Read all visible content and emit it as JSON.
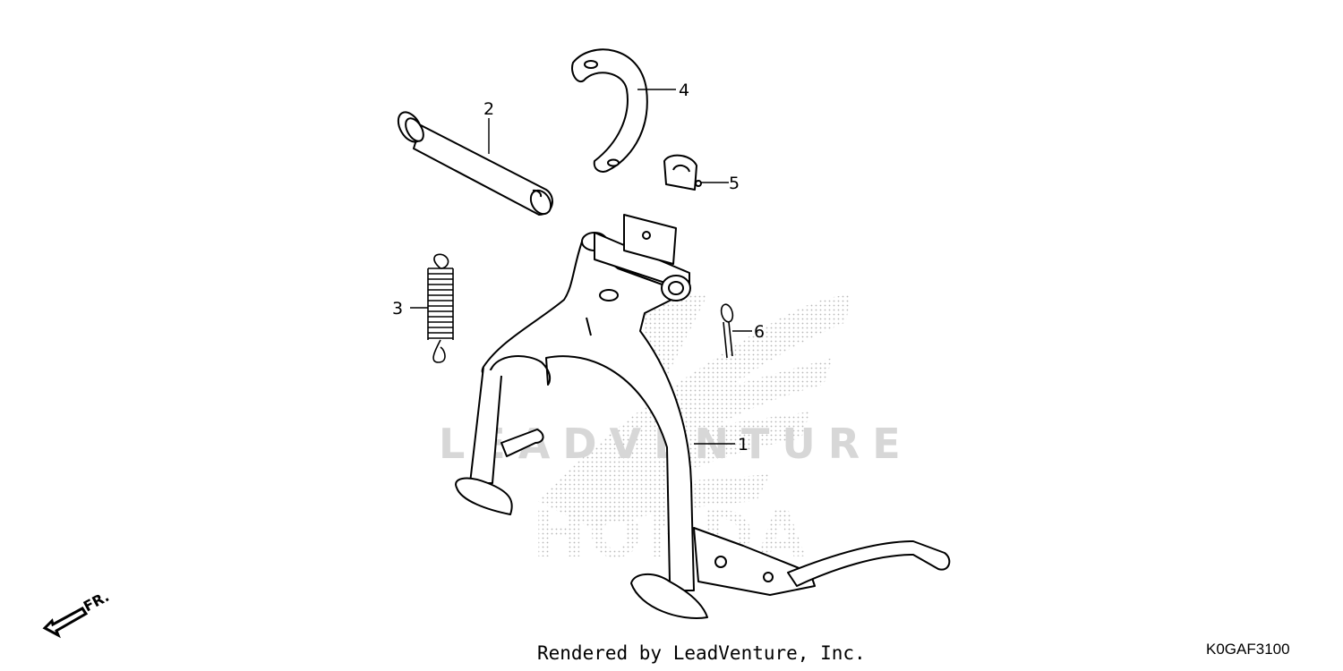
{
  "diagram": {
    "parts": [
      {
        "number": "1",
        "part": "main-stand"
      },
      {
        "number": "2",
        "part": "stand-pivot-shaft"
      },
      {
        "number": "3",
        "part": "stand-spring"
      },
      {
        "number": "4",
        "part": "stand-bracket"
      },
      {
        "number": "5",
        "part": "stopper-rubber"
      },
      {
        "number": "6",
        "part": "cotter-pin"
      }
    ],
    "direction_label": "FR."
  },
  "watermark": {
    "text": "LEADVENTURE",
    "brand": "HONDA"
  },
  "footer": {
    "rendered_by": "Rendered by LeadVenture, Inc.",
    "diagram_code": "K0GAF3100"
  }
}
